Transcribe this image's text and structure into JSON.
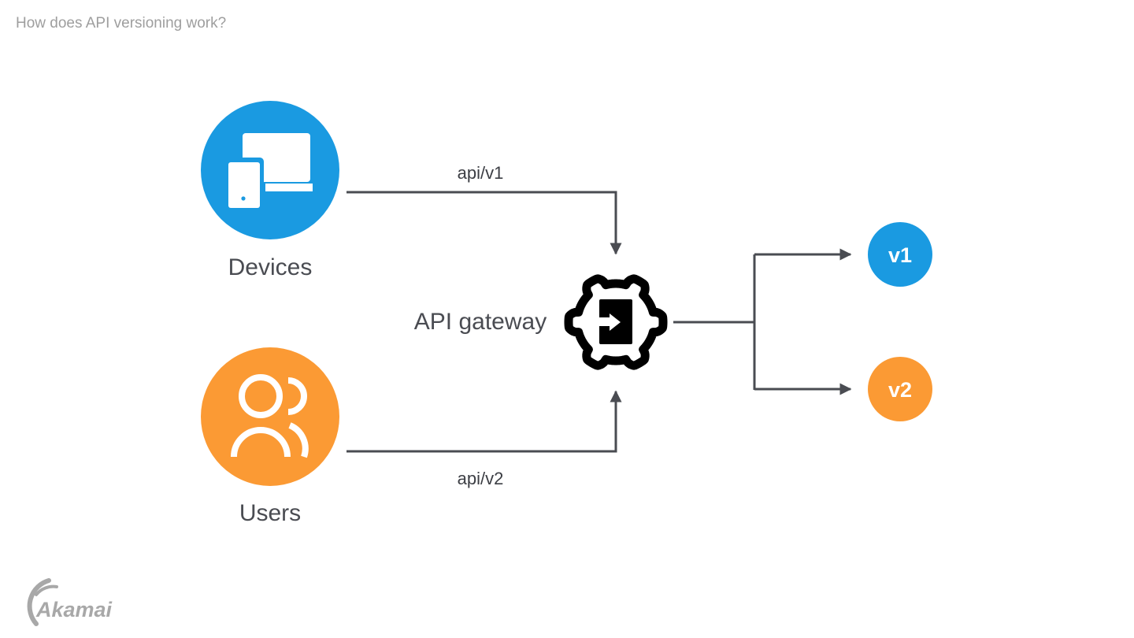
{
  "title": "How does API versioning work?",
  "colors": {
    "blue": "#1a9ae1",
    "orange": "#fb9a34",
    "line": "#4a4c52",
    "gateway": "#000000",
    "logo": "#a8a8a8",
    "title": "#9e9e9e"
  },
  "nodes": {
    "devices": {
      "label": "Devices",
      "icon": "devices-icon"
    },
    "users": {
      "label": "Users",
      "icon": "users-icon"
    },
    "gateway": {
      "label": "API gateway",
      "icon": "gear-login-icon"
    },
    "v1": {
      "label": "v1"
    },
    "v2": {
      "label": "v2"
    }
  },
  "edges": {
    "devices_to_gateway": {
      "label": "api/v1"
    },
    "users_to_gateway": {
      "label": "api/v2"
    },
    "gateway_to_v1": {
      "label": ""
    },
    "gateway_to_v2": {
      "label": ""
    }
  },
  "logo": {
    "text": "Akamai"
  }
}
